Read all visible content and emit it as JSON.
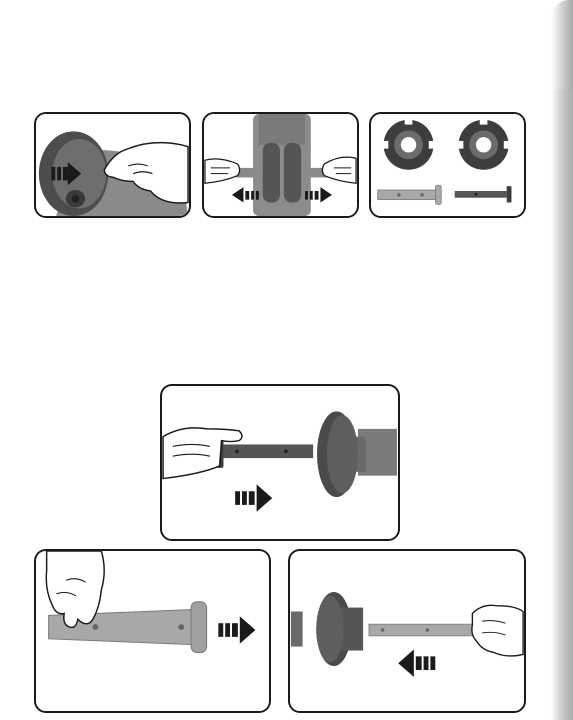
{
  "page": {
    "background_color": "#ffffff",
    "panel_border_color": "#1a1a1a",
    "toy_color": "#8a8a8a",
    "wheel_color": "#555555",
    "arrow_color": "#1a1a1a"
  },
  "steps": [
    {
      "figure": "press-wheel-release",
      "icons": [
        "hand-icon",
        "arrow-right-icon",
        "wheel-icon"
      ]
    },
    {
      "figure": "pull-axle-pins-outward",
      "icons": [
        "hand-icon",
        "hand-icon",
        "arrow-left-icon",
        "arrow-right-icon"
      ]
    },
    {
      "figure": "parts-wheels-and-axles",
      "icons": [
        "wheel-icon",
        "wheel-icon",
        "axle-icon",
        "axle-icon"
      ]
    },
    {
      "figure": "insert-axle-into-wheel",
      "icons": [
        "hand-icon",
        "axle-icon",
        "wheel-icon",
        "arrow-right-icon"
      ]
    },
    {
      "figure": "push-wide-axle",
      "icons": [
        "hand-icon",
        "axle-icon",
        "arrow-right-icon"
      ]
    },
    {
      "figure": "insert-axle-from-right",
      "icons": [
        "wheel-icon",
        "axle-icon",
        "hand-icon",
        "arrow-left-icon"
      ]
    }
  ]
}
